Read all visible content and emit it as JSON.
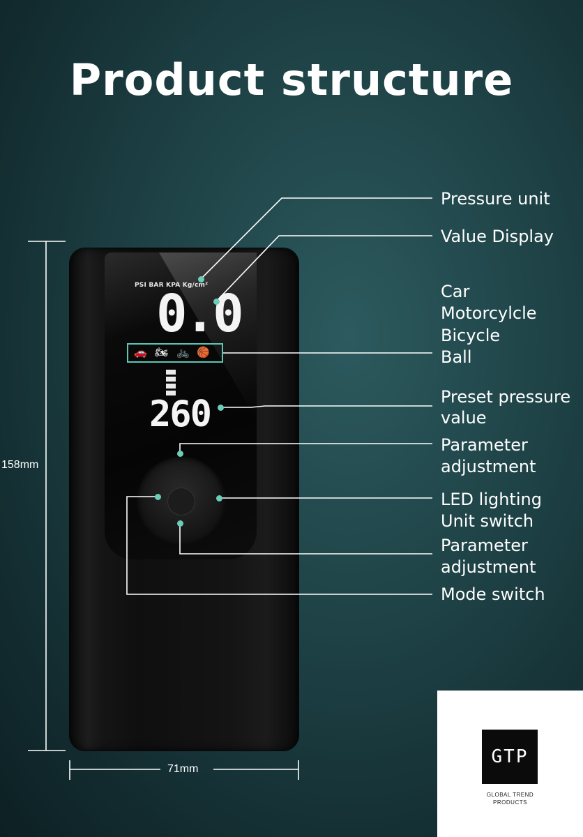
{
  "title": "Product structure",
  "callouts": {
    "pressure_unit": "Pressure unit",
    "value_display": "Value Display",
    "modes": [
      "Car",
      "Motorcylcle",
      "Bicycle",
      "Ball"
    ],
    "preset": [
      "Preset pressure",
      "value"
    ],
    "param_up": [
      "Parameter",
      "adjustment"
    ],
    "led_unit": [
      "LED lighting",
      "Unit switch"
    ],
    "param_down": [
      "Parameter",
      "adjustment"
    ],
    "mode_switch": "Mode switch"
  },
  "dimensions": {
    "height": "158mm",
    "width": "71mm"
  },
  "display": {
    "units": "PSI BAR  KPA  Kg/cm²",
    "value": "0.0",
    "preset": "260",
    "mode_icons": [
      "car-icon",
      "motorcycle-icon",
      "bicycle-icon",
      "ball-icon"
    ]
  },
  "logo": {
    "mark": "GTP",
    "line1": "GLOBAL TREND",
    "line2": "PRODUCTS"
  },
  "colors": {
    "accent": "#6ccdb8",
    "background": "#1d4044"
  }
}
